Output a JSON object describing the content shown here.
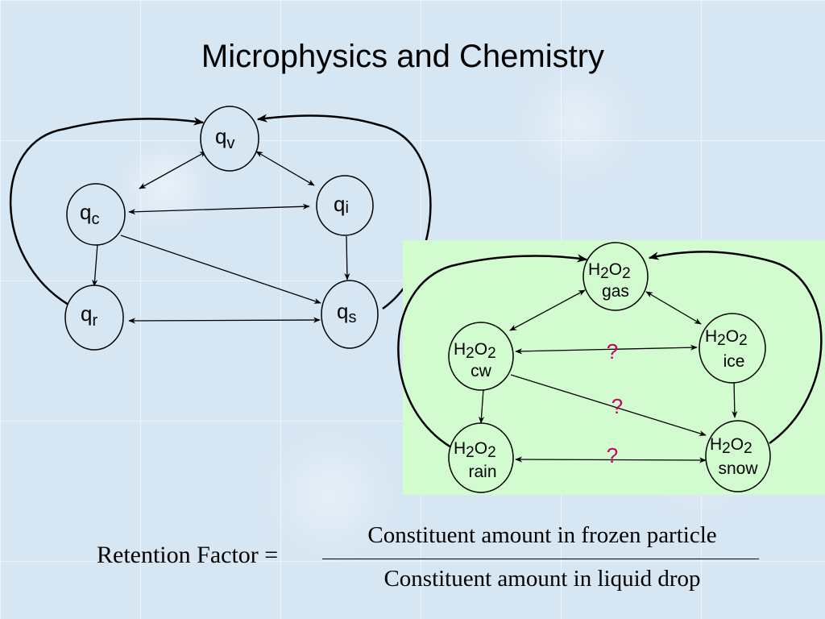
{
  "title": "Microphysics and Chemistry",
  "microphysics": {
    "nodes": {
      "qv": {
        "base": "q",
        "sub": "v"
      },
      "qc": {
        "base": "q",
        "sub": "c"
      },
      "qi": {
        "base": "q",
        "sub": "i"
      },
      "qr": {
        "base": "q",
        "sub": "r"
      },
      "qs": {
        "base": "q",
        "sub": "s"
      }
    }
  },
  "chemistry": {
    "panel_color": "#d2fccf",
    "species": {
      "h": "H",
      "two": "2",
      "o": "O",
      "two_b": "2"
    },
    "nodes": {
      "gas": "gas",
      "cw": "cw",
      "ice": "ice",
      "rain": "rain",
      "snow": "snow"
    },
    "unknown_mark": "?",
    "unknown_color": "#cc0066"
  },
  "formula": {
    "lhs": "Retention Factor =",
    "numerator": "Constituent amount in frozen  particle",
    "denominator": "Constituent amount in liquid drop"
  }
}
